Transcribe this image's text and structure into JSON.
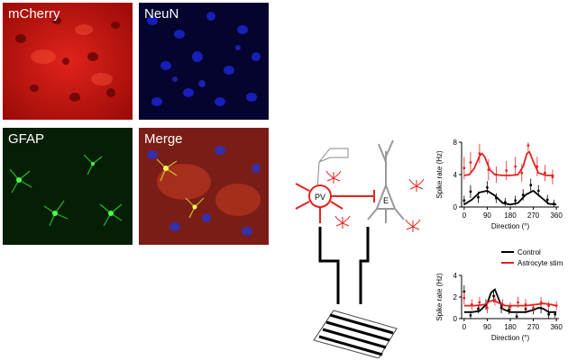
{
  "panels": [
    {
      "label": "mCherry"
    },
    {
      "label": "NeuN"
    },
    {
      "label": "GFAP"
    },
    {
      "label": "Merge"
    }
  ],
  "colors": {
    "control": "#000000",
    "astrocyte_stim": "#e3231f",
    "pv": "#e3231f",
    "e_cell": "#999999",
    "mcherry_bg": "#b0100c",
    "neun_bg": "#06063a",
    "gfap_bg": "#072307",
    "merge_bg": "#6a1a1a"
  },
  "schematic": {
    "pv_label": "PV",
    "e_label": "E",
    "stimulus": "grating"
  },
  "chart_data": [
    {
      "type": "line",
      "xlabel": "Direction (°)",
      "ylabel": "Spike rate (Hz)",
      "xlim": [
        -10,
        370
      ],
      "ylim": [
        0,
        8
      ],
      "xticks": [
        0,
        90,
        180,
        270,
        360
      ],
      "yticks": [
        0,
        4,
        8
      ],
      "series": [
        {
          "color": "red",
          "fit_x": [
            0,
            20,
            40,
            60,
            70,
            80,
            100,
            120,
            150,
            180,
            210,
            230,
            245,
            255,
            270,
            290,
            320,
            350
          ],
          "fit_y": [
            3.9,
            4.0,
            4.8,
            6.3,
            6.6,
            6.2,
            4.6,
            4.0,
            3.9,
            3.9,
            4.0,
            5.0,
            6.6,
            6.8,
            5.6,
            4.2,
            3.9,
            3.9
          ],
          "points_x": [
            0,
            25,
            60,
            95,
            125,
            165,
            200,
            225,
            250,
            285,
            315,
            345
          ],
          "points_y": [
            4.8,
            5.5,
            6.6,
            4.6,
            4.0,
            4.5,
            5.0,
            4.2,
            7.6,
            5.0,
            4.2,
            3.7
          ],
          "points_err": [
            1.4,
            1.3,
            1.2,
            1.3,
            1.0,
            1.2,
            1.2,
            1.1,
            1.0,
            1.2,
            1.0,
            0.9
          ]
        },
        {
          "color": "black",
          "fit_x": [
            0,
            30,
            60,
            90,
            120,
            150,
            180,
            210,
            240,
            270,
            300,
            330,
            360
          ],
          "fit_y": [
            0.3,
            0.9,
            1.8,
            2.0,
            1.4,
            0.5,
            0.3,
            0.5,
            1.5,
            2.0,
            1.2,
            0.4,
            0.3
          ],
          "points_x": [
            0,
            25,
            55,
            90,
            125,
            160,
            200,
            230,
            260,
            290,
            325,
            350
          ],
          "points_y": [
            0.8,
            1.9,
            1.2,
            2.4,
            1.1,
            0.6,
            0.8,
            1.5,
            2.7,
            2.0,
            0.9,
            0.4
          ],
          "points_err": [
            0.6,
            0.8,
            0.7,
            0.8,
            0.6,
            0.5,
            0.6,
            0.7,
            0.8,
            0.7,
            0.6,
            0.5
          ]
        }
      ]
    },
    {
      "type": "line",
      "xlabel": "Direction (°)",
      "ylabel": "Spike rate (Hz)",
      "xlim": [
        -10,
        370
      ],
      "ylim": [
        0,
        4
      ],
      "xticks": [
        0,
        90,
        180,
        270,
        360
      ],
      "yticks": [
        0,
        2,
        4
      ],
      "legend": "top-right",
      "series": [
        {
          "name": "Control",
          "color": "black",
          "fit_x": [
            0,
            30,
            60,
            90,
            105,
            120,
            135,
            150,
            180,
            210,
            240,
            270,
            290,
            310,
            330,
            360
          ],
          "fit_y": [
            0.6,
            0.6,
            0.7,
            1.4,
            2.4,
            2.7,
            1.8,
            0.9,
            0.6,
            0.6,
            0.6,
            0.8,
            1.0,
            0.9,
            0.6,
            0.6
          ],
          "points_x": [
            0,
            25,
            55,
            85,
            115,
            145,
            175,
            205,
            240,
            270,
            300,
            330,
            355
          ],
          "points_y": [
            2.5,
            0.3,
            0.9,
            1.3,
            2.1,
            1.0,
            0.8,
            0.2,
            0.9,
            0.8,
            1.0,
            0.4,
            0.4
          ],
          "points_err": [
            0.6,
            0.4,
            0.4,
            0.5,
            0.6,
            0.5,
            0.4,
            0.3,
            0.4,
            0.4,
            0.5,
            0.4,
            0.3
          ]
        },
        {
          "name": "Astrocyte stim",
          "color": "red",
          "fit_x": [
            0,
            40,
            80,
            100,
            115,
            130,
            160,
            200,
            240,
            280,
            310,
            340,
            360
          ],
          "fit_y": [
            1.2,
            1.2,
            1.3,
            1.6,
            1.7,
            1.5,
            1.2,
            1.2,
            1.2,
            1.3,
            1.4,
            1.3,
            1.2
          ],
          "points_x": [
            0,
            30,
            60,
            90,
            120,
            150,
            180,
            210,
            240,
            270,
            300,
            330,
            360
          ],
          "points_y": [
            1.9,
            1.3,
            1.5,
            1.0,
            1.7,
            1.3,
            1.1,
            1.5,
            1.3,
            1.0,
            1.5,
            1.2,
            1.2
          ],
          "points_err": [
            0.6,
            0.5,
            0.5,
            0.5,
            0.5,
            0.5,
            0.4,
            0.5,
            0.5,
            0.4,
            0.5,
            0.4,
            0.4
          ]
        }
      ]
    }
  ]
}
